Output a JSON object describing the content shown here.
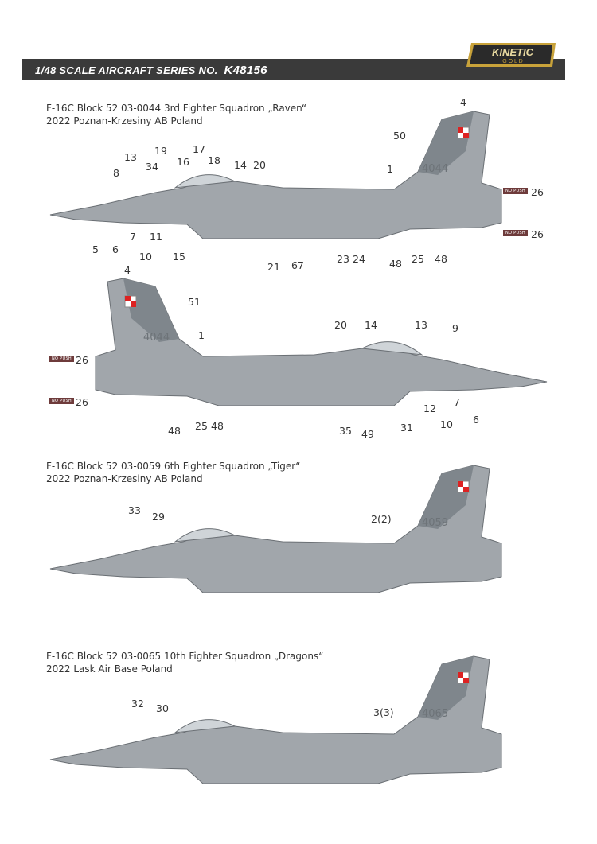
{
  "header": {
    "series": "1/48 SCALE  AIRCRAFT  SERIES NO.",
    "code": "K48156",
    "brand": "KINETIC",
    "brand_sub": "G O L D"
  },
  "aircraft": [
    {
      "title": "F-16C Block 52 03-0044 3rd Fighter Squadron „Raven“",
      "subtitle": "2022 Poznan-Krzesiny AB Poland",
      "tail": "4044"
    },
    {
      "title": "F-16C Block 52 03-0059 6th Fighter Squadron „Tiger“",
      "subtitle": "2022 Poznan-Krzesiny AB Poland",
      "tail": "4059"
    },
    {
      "title": "F-16C Block 52 03-0065 10th Fighter Squadron „Dragons“",
      "subtitle": "2022 Lask Air Base Poland",
      "tail": "4065"
    }
  ],
  "no_push": "NO PUSH",
  "callouts_view1": [
    "4",
    "50",
    "1",
    "13",
    "19",
    "17",
    "16",
    "18",
    "34",
    "8",
    "14",
    "20",
    "26",
    "26",
    "5",
    "6",
    "7",
    "11",
    "10",
    "15",
    "21",
    "67",
    "23",
    "24",
    "48",
    "25",
    "48"
  ],
  "callouts_view2": [
    "4",
    "51",
    "1",
    "20",
    "14",
    "13",
    "9",
    "26",
    "26",
    "48",
    "25",
    "48",
    "35",
    "49",
    "31",
    "12",
    "7",
    "10",
    "6"
  ],
  "callouts_view3": [
    "33",
    "29",
    "2(2)"
  ],
  "callouts_view4": [
    "32",
    "30",
    "3(3)"
  ],
  "colors": {
    "band": "#3a3a3a",
    "fuselage": "#9ea3a8",
    "dark_grey": "#7f868c",
    "accent": "#c8a23a",
    "no_push": "#6e3b3b"
  }
}
